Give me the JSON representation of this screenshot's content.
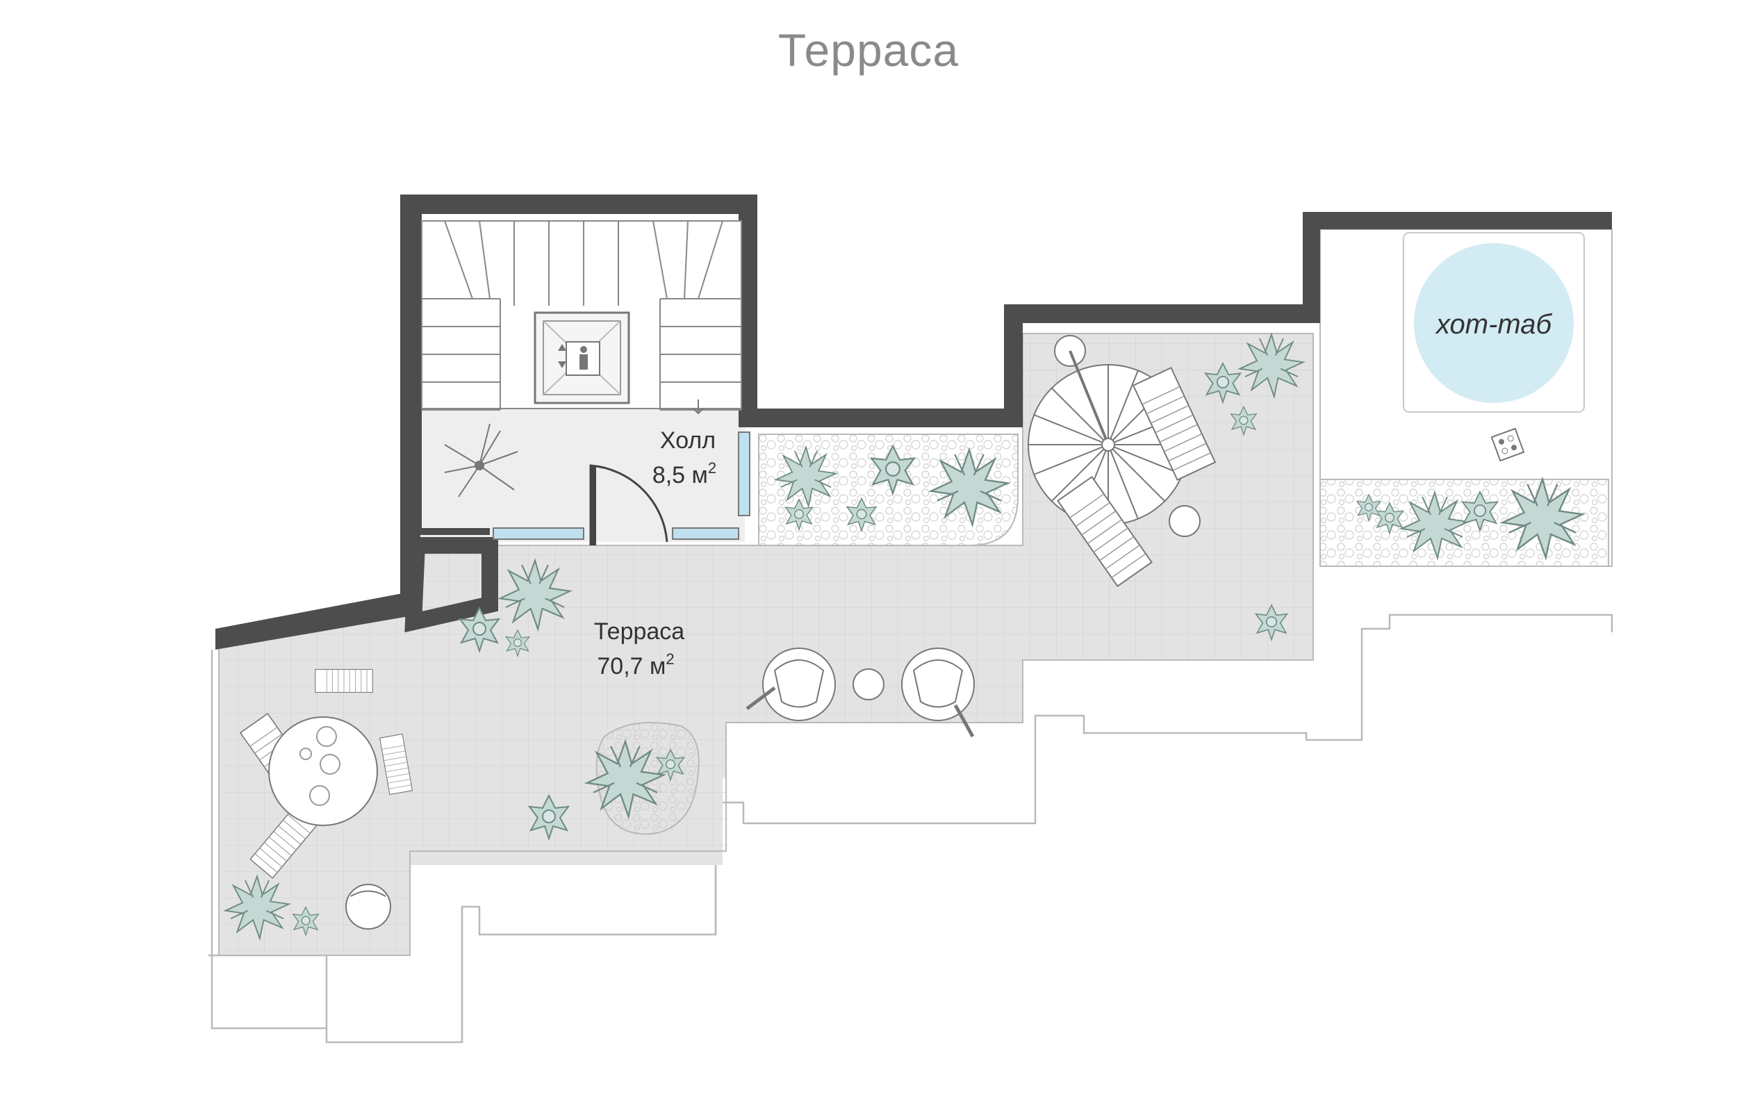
{
  "title": "Терраса",
  "rooms": {
    "hall": {
      "name": "Холл",
      "area": "8,5 м",
      "area_sup": "2"
    },
    "terrace": {
      "name": "Терраса",
      "area": "70,7 м",
      "area_sup": "2"
    }
  },
  "hot_tub": {
    "label": "хот-таб"
  },
  "colors": {
    "wall": "#4d4d4d",
    "floor": "#e3e3e3",
    "hall_floor": "#eeeeee",
    "outline": "#b9b9b9",
    "plant": "#c5d9d4",
    "plant_stroke": "#6f8a84",
    "water": "#d3ebf3",
    "window": "#bfe0ee"
  }
}
